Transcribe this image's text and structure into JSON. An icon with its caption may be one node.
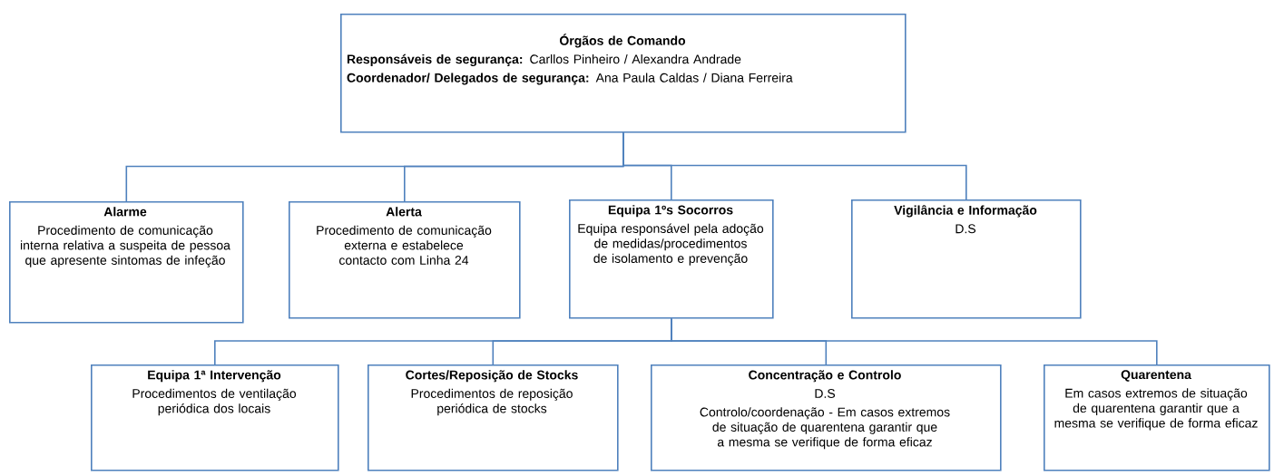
{
  "diagram": {
    "nodes": [
      {
        "text": [
          "Órgãos de Comando",
          "**Responsáveis de segurança:** Carllos Pinheiro / Alexandra Andrade",
          "**Coordenador/ Delegados de segurança:** Ana Paula Caldas / Diana Ferreira"
        ]
      },
      {
        "text": [
          "Alarme",
          "Procedimento de comunicação interna relativa a suspeita de pessoa que apresente sintomas de infeção"
        ]
      },
      {
        "text": [
          "Alerta",
          "Procedimento de comunicação externa e estabelece contacto com Linha 24"
        ]
      },
      {
        "text": [
          "Equipa 1ºs Socorros",
          "Equipa responsável pela adoção de medidas/procedimentos de isolamento e prevenção"
        ]
      },
      {
        "text": [
          "Vigilância e Informação",
          "D.S"
        ]
      },
      {
        "text": [
          "Equipa 1ª Intervenção",
          "Procedimentos de ventilação periódica dos locais"
        ]
      },
      {
        "text": [
          "Cortes/Reposição de Stocks",
          "Procedimentos de reposição periódica de stocks"
        ]
      },
      {
        "text": [
          "Concentração e Controlo",
          "D.S",
          "Controlo/coordenação - Em casos extremos de situação de quarentena garantir que a mesma se verifique de forma eficaz"
        ]
      },
      {
        "text": [
          "Quarentena",
          "Em casos extremos de situação de quarentena garantir que a mesma se verifique de forma eficaz"
        ]
      }
    ],
    "edges": [
      {
        "from": 0,
        "to": 1,
        "arrow": "none"
      },
      {
        "from": 0,
        "to": 2,
        "arrow": "none"
      },
      {
        "from": 0,
        "to": 3,
        "arrow": "none"
      },
      {
        "from": 0,
        "to": 4,
        "arrow": "none"
      },
      {
        "from": 3,
        "to": 5,
        "arrow": "none"
      },
      {
        "from": 3,
        "to": 6,
        "arrow": "none"
      },
      {
        "from": 3,
        "to": 7,
        "arrow": "none"
      },
      {
        "from": 3,
        "to": 8,
        "arrow": "none"
      }
    ]
  }
}
